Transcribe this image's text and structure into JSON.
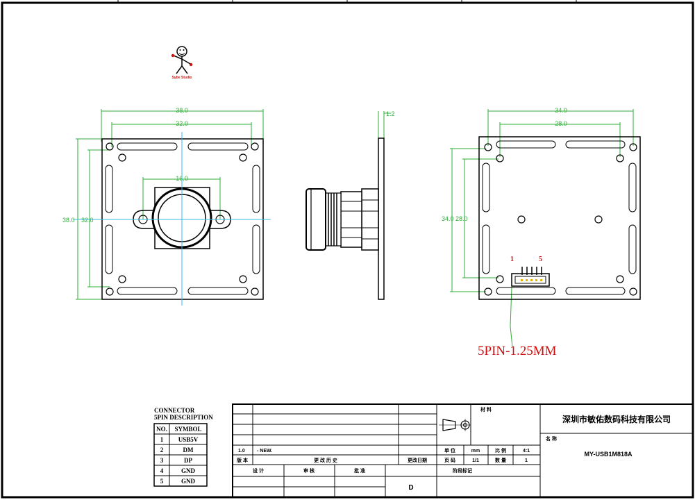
{
  "logo": {
    "caption": "Sybe Studio"
  },
  "front_view": {
    "dim_outer_w": "38.0",
    "dim_hole_w": "32.0",
    "dim_lens": "16.0",
    "dim_outer_h": "38.0",
    "dim_hole_h": "32.0"
  },
  "side_view": {
    "dim_thickness": "1.2"
  },
  "back_view": {
    "dim_outer_w": "34.0",
    "dim_hole_w": "28.0",
    "dim_hole_h": "34.0 28.0",
    "pin_first": "1",
    "pin_last": "5",
    "connector_callout": "5PIN-1.25MM"
  },
  "connector_table": {
    "title_line1": "CONNECTOR",
    "title_line2": "5PIN DESCRIPTION",
    "headers": [
      "NO.",
      "SYMBOL"
    ],
    "rows": [
      [
        "1",
        "USB5V"
      ],
      [
        "2",
        "DM"
      ],
      [
        "3",
        "DP"
      ],
      [
        "4",
        "GND"
      ],
      [
        "5",
        "GND"
      ]
    ]
  },
  "title_block": {
    "material_label": "材 料",
    "company": "深圳市敏佑数码科技有限公司",
    "name_label": "名 称",
    "model": "MY-USB1M818A",
    "version_value": "1.0",
    "change_value": "- NEW.",
    "version_label": "版 本",
    "history_label": "更 改 历 史",
    "date_label": "更改日期",
    "unit_label": "单 位",
    "unit_value": "mm",
    "scale_label": "比 例",
    "scale_value": "4:1",
    "page_label": "页 码",
    "page_value": "1/1",
    "qty_label": "数 量",
    "qty_value": "1",
    "design_label": "设 计",
    "review_label": "审 核",
    "approve_label": "批 准",
    "stage_label": "阶段标记",
    "stage_value": "D"
  }
}
